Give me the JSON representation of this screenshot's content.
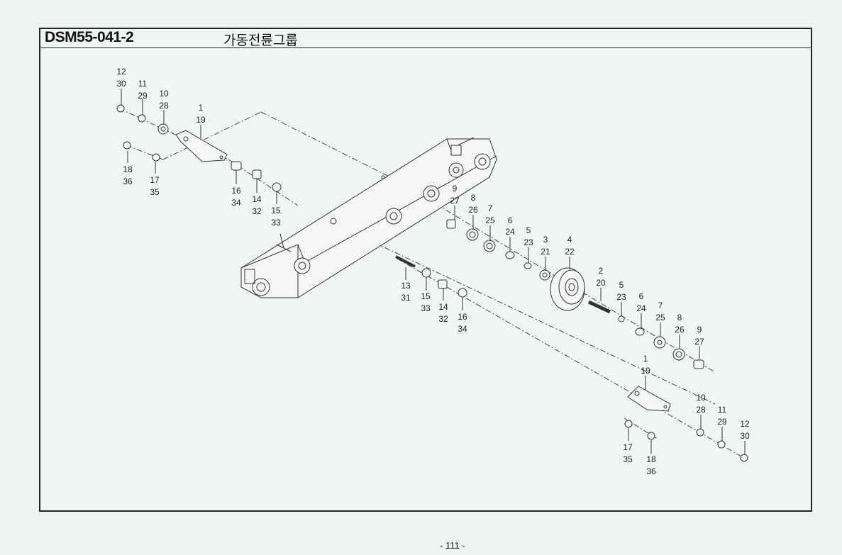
{
  "header": {
    "code": "DSM55-041-2",
    "title": "가동전륜그룹"
  },
  "callouts": [
    {
      "id": "c12a",
      "a": "12",
      "b": "30"
    },
    {
      "id": "c11a",
      "a": "11",
      "b": "29"
    },
    {
      "id": "c10a",
      "a": "10",
      "b": "28"
    },
    {
      "id": "c1a",
      "a": "1",
      "b": "19"
    },
    {
      "id": "c18a",
      "a": "18",
      "b": "36"
    },
    {
      "id": "c17a",
      "a": "17",
      "b": "35"
    },
    {
      "id": "c16a",
      "a": "16",
      "b": "34"
    },
    {
      "id": "c14a",
      "a": "14",
      "b": "32"
    },
    {
      "id": "c15a",
      "a": "15",
      "b": "33"
    },
    {
      "id": "c9a",
      "a": "9",
      "b": "27"
    },
    {
      "id": "c8a",
      "a": "8",
      "b": "26"
    },
    {
      "id": "c7a",
      "a": "7",
      "b": "25"
    },
    {
      "id": "c6a",
      "a": "6",
      "b": "24"
    },
    {
      "id": "c5a",
      "a": "5",
      "b": "23"
    },
    {
      "id": "c3",
      "a": "3",
      "b": "21"
    },
    {
      "id": "c4",
      "a": "4",
      "b": "22"
    },
    {
      "id": "c13",
      "a": "13",
      "b": "31"
    },
    {
      "id": "c15b",
      "a": "15",
      "b": "33"
    },
    {
      "id": "c14b",
      "a": "14",
      "b": "32"
    },
    {
      "id": "c16b",
      "a": "16",
      "b": "34"
    },
    {
      "id": "c2",
      "a": "2",
      "b": "20"
    },
    {
      "id": "c5b",
      "a": "5",
      "b": "23"
    },
    {
      "id": "c6b",
      "a": "6",
      "b": "24"
    },
    {
      "id": "c7b",
      "a": "7",
      "b": "25"
    },
    {
      "id": "c8b",
      "a": "8",
      "b": "26"
    },
    {
      "id": "c9b",
      "a": "9",
      "b": "27"
    },
    {
      "id": "c1b",
      "a": "1",
      "b": "19"
    },
    {
      "id": "c10b",
      "a": "10",
      "b": "28"
    },
    {
      "id": "c11b",
      "a": "11",
      "b": "29"
    },
    {
      "id": "c12b",
      "a": "12",
      "b": "30"
    },
    {
      "id": "c17b",
      "a": "17",
      "b": "35"
    },
    {
      "id": "c18b",
      "a": "18",
      "b": "36"
    }
  ],
  "footer": {
    "page": "- 111 -"
  }
}
